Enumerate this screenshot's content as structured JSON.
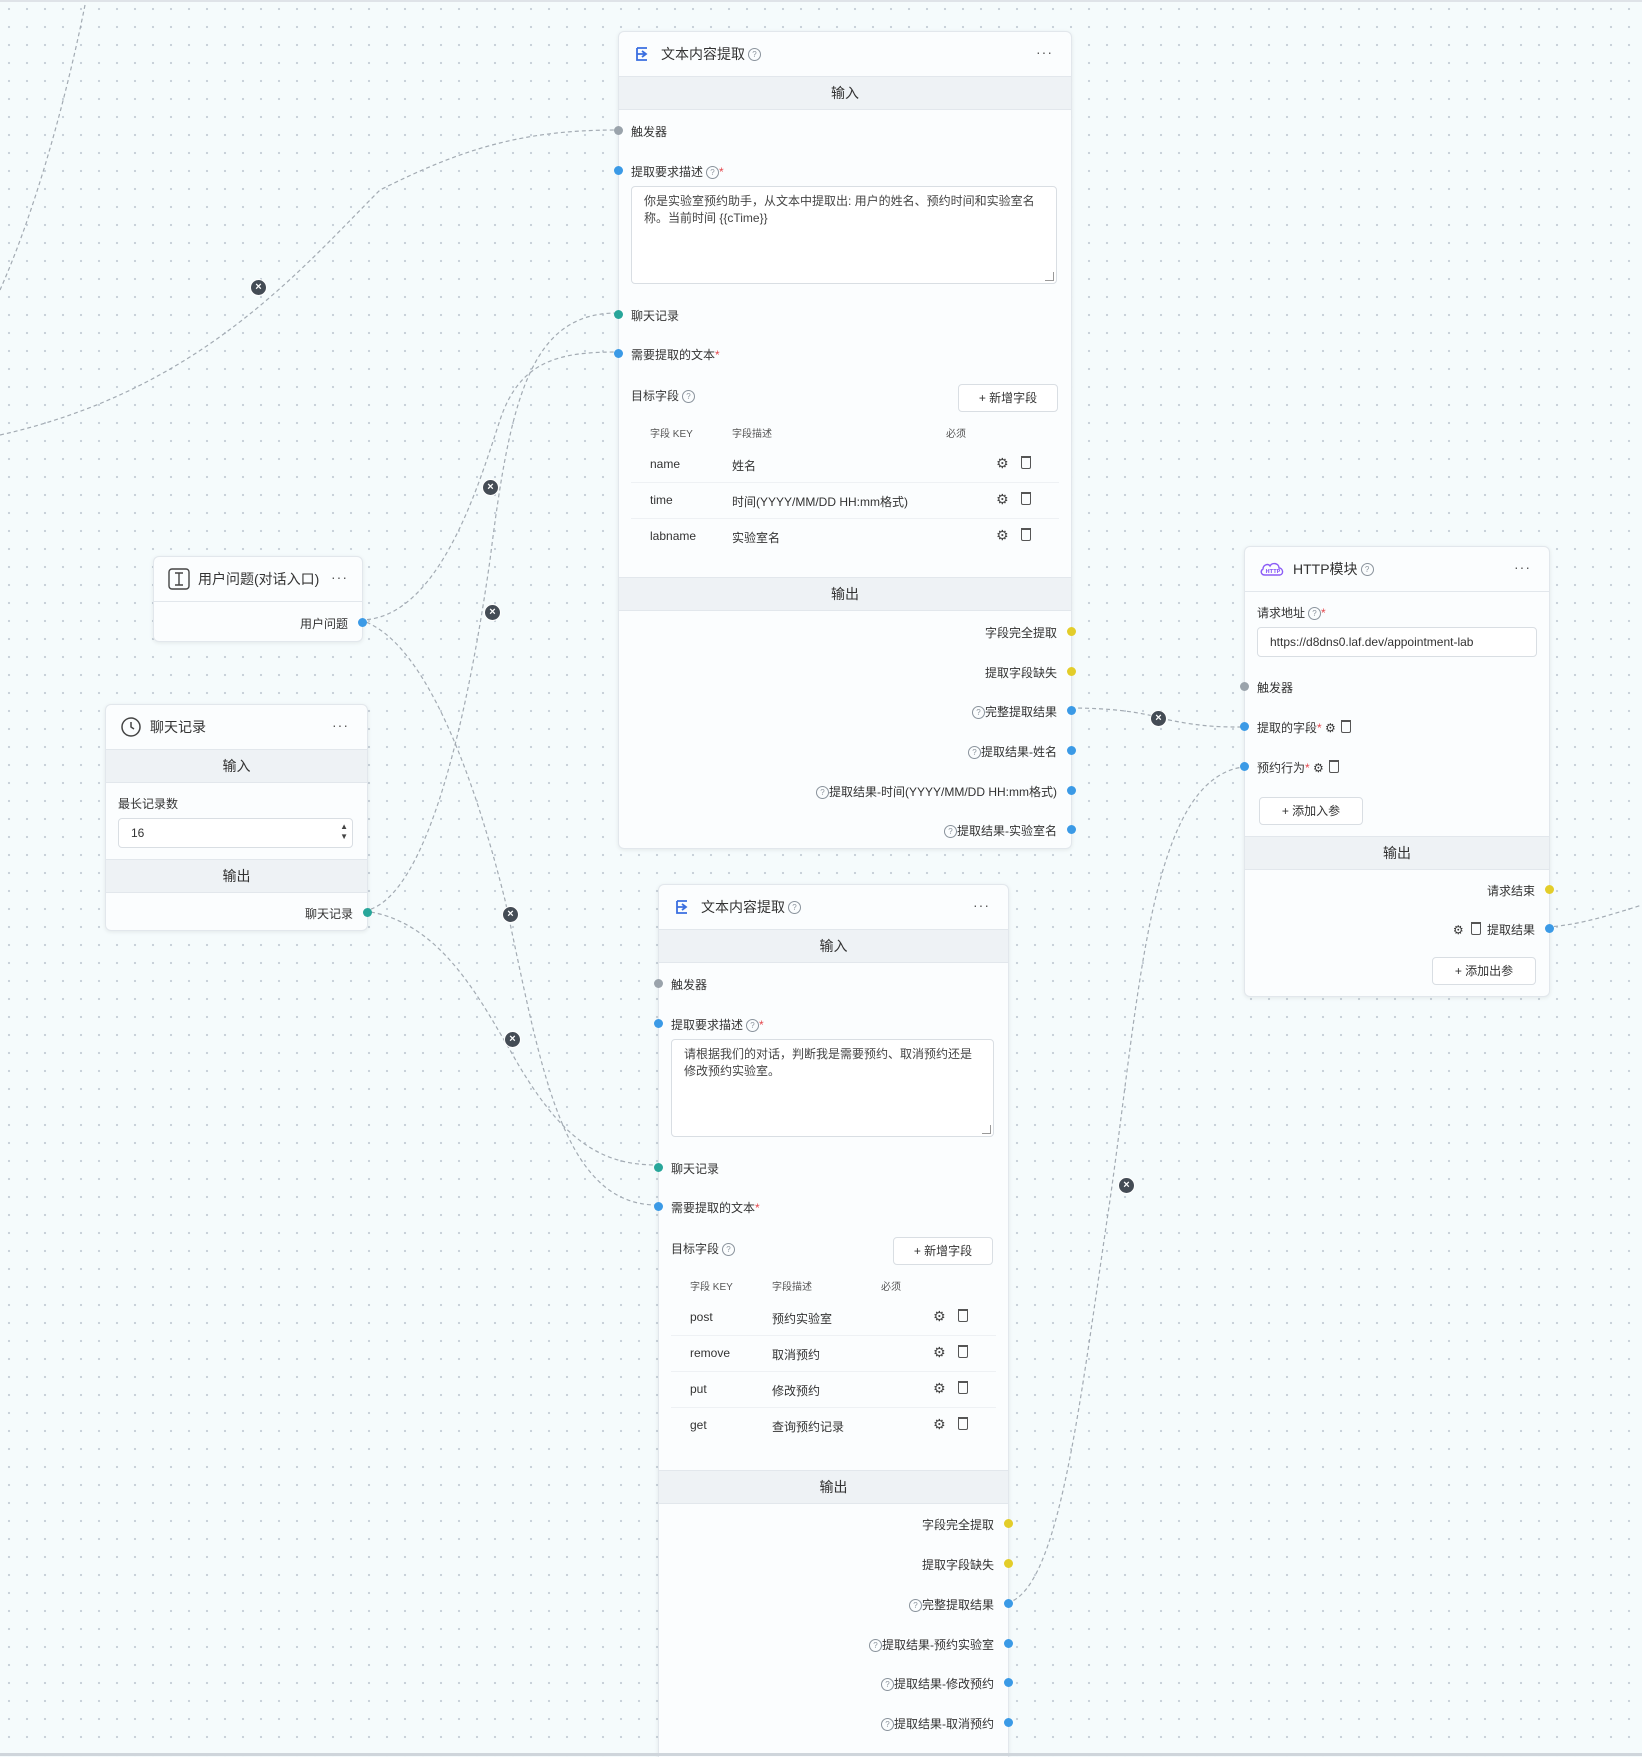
{
  "icons": {
    "extract": "extract-icon",
    "user_question": "text-cursor-icon",
    "history": "clock-history-icon",
    "http": "http-cloud-icon",
    "help": "help-icon",
    "gear": "gear-icon",
    "trash": "trash-icon",
    "more": "more-icon"
  },
  "colors": {
    "trigger_dot": "#9aa3ab",
    "string_dot": "#3b9ae6",
    "history_dot": "#28a69a",
    "bool_dot": "#e3cd2a",
    "accent": "#3b6fe0",
    "http_accent": "#8b5cf6"
  },
  "common": {
    "input_label": "输入",
    "output_label": "输出",
    "more": "···",
    "help": "?",
    "required": "*",
    "add_field": "+ 新增字段",
    "col_key": "字段 KEY",
    "col_desc": "字段描述",
    "col_required": "必须",
    "gear": "⚙"
  },
  "extract1": {
    "title": "文本内容提取",
    "trigger": "触发器",
    "description_label": "提取要求描述",
    "description": "你是实验室预约助手，从文本中提取出: 用户的姓名、预约时间和实验室名称。当前时间 {{cTime}}",
    "history": "聊天记录",
    "text_to_extract": "需要提取的文本",
    "target_fields": "目标字段",
    "fields": [
      {
        "key": "name",
        "desc": "姓名"
      },
      {
        "key": "time",
        "desc": "时间(YYYY/MM/DD HH:mm格式)"
      },
      {
        "key": "labname",
        "desc": "实验室名"
      }
    ],
    "outputs": [
      "字段完全提取",
      "提取字段缺失",
      "完整提取结果",
      "提取结果-姓名",
      "提取结果-时间(YYYY/MM/DD HH:mm格式)",
      "提取结果-实验室名"
    ]
  },
  "user_question": {
    "title": "用户问题(对话入口)",
    "output": "用户问题"
  },
  "chat_history": {
    "title": "聊天记录",
    "max_label": "最长记录数",
    "max_value": "16",
    "output": "聊天记录"
  },
  "extract2": {
    "title": "文本内容提取",
    "trigger": "触发器",
    "description_label": "提取要求描述",
    "description": "请根据我们的对话，判断我是需要预约、取消预约还是修改预约实验室。",
    "history": "聊天记录",
    "text_to_extract": "需要提取的文本",
    "target_fields": "目标字段",
    "fields": [
      {
        "key": "post",
        "desc": "预约实验室"
      },
      {
        "key": "remove",
        "desc": "取消预约"
      },
      {
        "key": "put",
        "desc": "修改预约"
      },
      {
        "key": "get",
        "desc": "查询预约记录"
      }
    ],
    "outputs": [
      "字段完全提取",
      "提取字段缺失",
      "完整提取结果",
      "提取结果-预约实验室",
      "提取结果-修改预约",
      "提取结果-取消预约"
    ]
  },
  "http": {
    "title": "HTTP模块",
    "url_label": "请求地址",
    "url": "https://d8dns0.laf.dev/appointment-lab",
    "trigger": "触发器",
    "param1": "提取的字段",
    "param2": "预约行为",
    "add_input": "+ 添加入参",
    "finish": "请求结束",
    "result": "提取结果",
    "add_output": "+ 添加出参"
  }
}
